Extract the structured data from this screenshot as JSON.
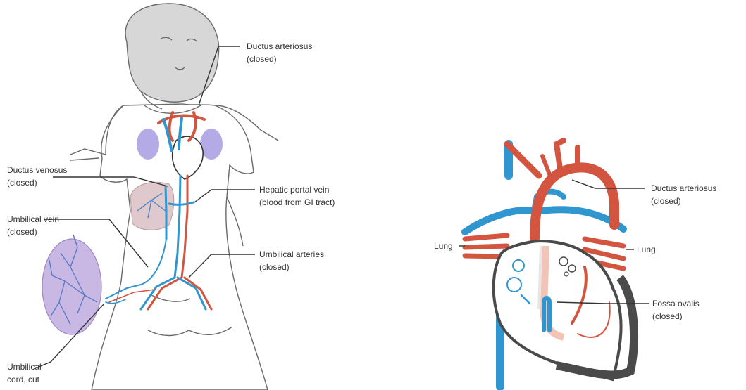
{
  "colors": {
    "vein_blue": "#2f96cf",
    "artery_red": "#d3543f",
    "organ_purple": "#b9a7d8",
    "heart_outline": "#4a4a4a"
  },
  "infant_figure": {
    "labels": {
      "ductus_arteriosus": [
        "Ductus arteriosus",
        "(closed)"
      ],
      "ductus_venosus": [
        "Ductus venosus",
        "(closed)"
      ],
      "hepatic_portal_vein": [
        "Hepatic portal vein",
        "(blood from GI tract)"
      ],
      "umbilical_vein": [
        "Umbilical vein",
        "(closed)"
      ],
      "umbilical_arteries": [
        "Umbilical arteries",
        "(closed)"
      ],
      "umbilical_cord": [
        "Umbilical",
        "cord, cut"
      ]
    }
  },
  "heart_figure": {
    "labels": {
      "ductus_arteriosus": [
        "Ductus arteriosus",
        "(closed)"
      ],
      "lung_left": "Lung",
      "lung_right": "Lung",
      "fossa_ovalis": [
        "Fossa ovalis",
        "(closed)"
      ]
    }
  }
}
